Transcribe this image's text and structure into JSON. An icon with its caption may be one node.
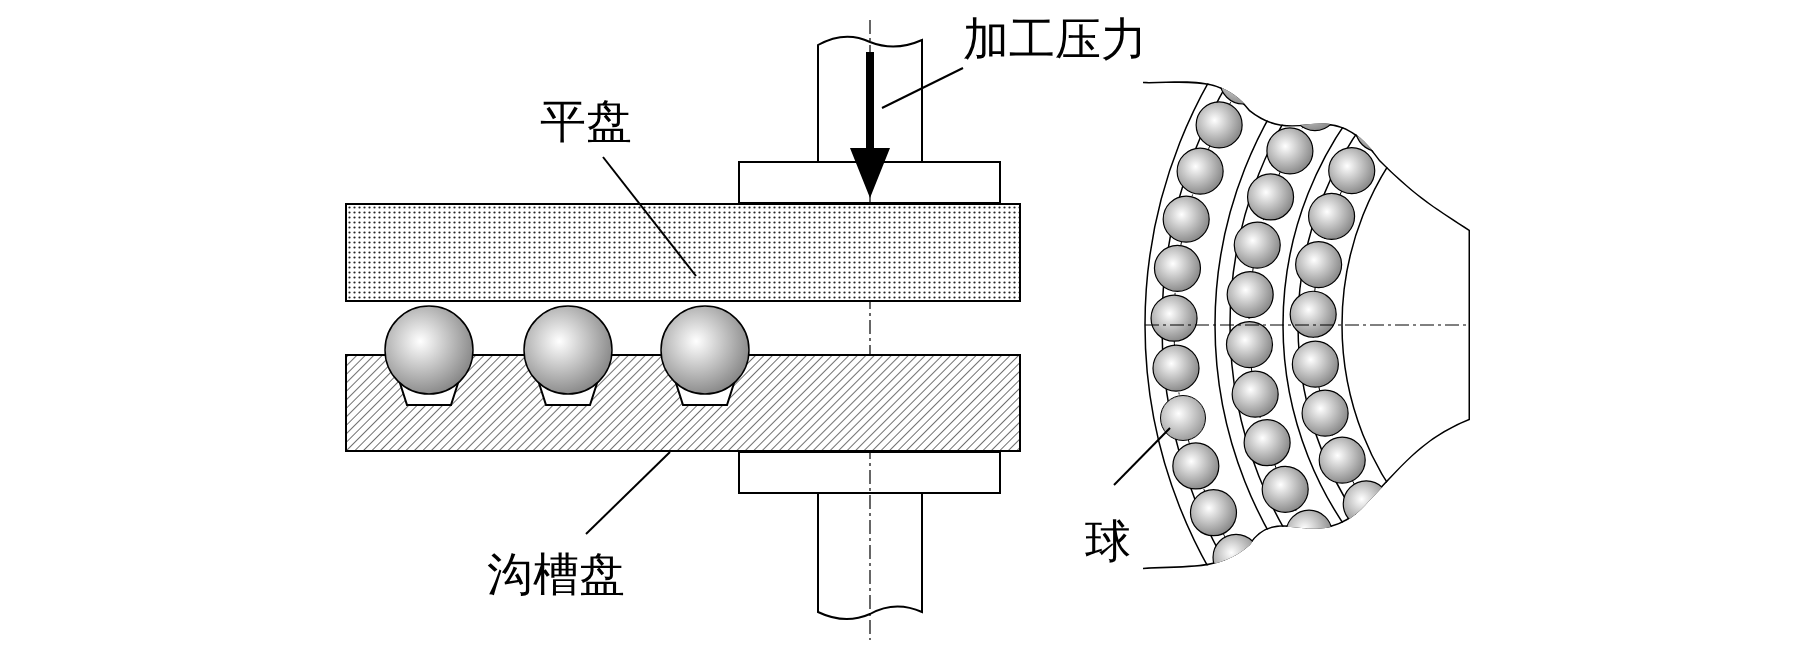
{
  "diagram": {
    "nodes": [
      {
        "text": [
          "加工压力"
        ]
      },
      {
        "text": [
          "平盘"
        ]
      },
      {
        "text": [],
        "shape": "box"
      },
      {
        "text": [
          "沟槽盘"
        ]
      },
      {
        "text": [],
        "shape": "box"
      },
      {
        "text": [
          "球"
        ]
      },
      {
        "text": [],
        "shape": "circle"
      },
      {
        "text": [],
        "shape": "arrow"
      }
    ],
    "edges": [
      {
        "from": 0,
        "to": 7,
        "arrow": "none"
      },
      {
        "from": 1,
        "to": 2,
        "arrow": "none"
      },
      {
        "from": 3,
        "to": 4,
        "arrow": "none"
      },
      {
        "from": 5,
        "to": 6,
        "arrow": "none"
      }
    ]
  }
}
